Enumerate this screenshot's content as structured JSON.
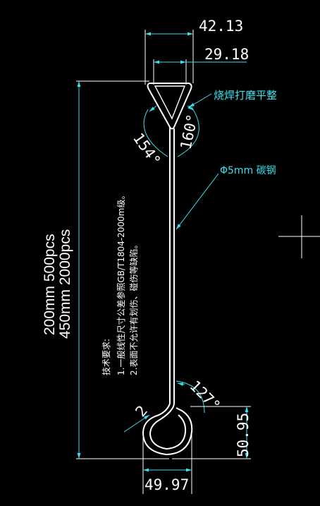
{
  "dimensions": {
    "width_top": "42.13",
    "width_inner": "29.18",
    "hook_width": "49.97",
    "hook_height": "50.95",
    "hook_radius": "2"
  },
  "angles": {
    "left": "154°",
    "right": "160°",
    "hook": "127°"
  },
  "callouts": {
    "weld": "烧焊打磨平整",
    "material": "Φ5mm 碳钢"
  },
  "quantities": {
    "line1": "200mm  500pcs",
    "line2": "450mm  2000pcs"
  },
  "notes": {
    "title": "技术要求:",
    "item1": "1.一般线性尺寸公差参照GB/T1804-2000m级。",
    "item2": "2.表面不允许有划伤、碰伤等缺陷。"
  }
}
